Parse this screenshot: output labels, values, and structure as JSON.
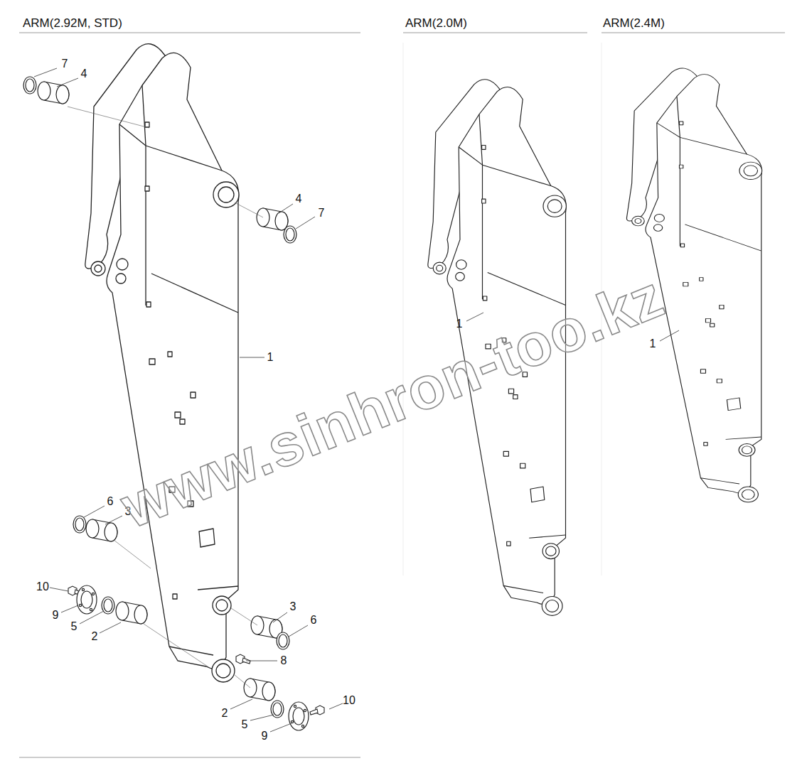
{
  "diagram": {
    "labels": [
      "ARM(2.92M, STD)",
      "ARM(2.0M)",
      "ARM(2.4M)",
      "7",
      "4",
      "4",
      "7",
      "1",
      "6",
      "3",
      "10",
      "9",
      "5",
      "2",
      "3",
      "6",
      "8",
      "2",
      "10",
      "5",
      "9",
      "1",
      "1",
      "www.sinhron-too.kz"
    ]
  }
}
